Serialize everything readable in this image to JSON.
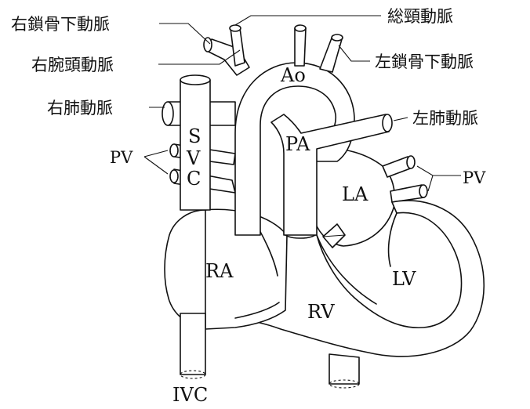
{
  "labels": {
    "right_subclavian_artery": "右鎖骨下動脈",
    "right_brachiocephalic_artery": "右腕頭動脈",
    "right_pulmonary_artery": "右肺動脈",
    "pv_left": "PV",
    "common_carotid_artery": "総頸動脈",
    "left_subclavian_artery": "左鎖骨下動脈",
    "left_pulmonary_artery": "左肺動脈",
    "pv_right": "PV",
    "aorta": "Ao",
    "pulmonary_artery": "PA",
    "svc_s": "S",
    "svc_v": "V",
    "svc_c": "C",
    "left_atrium": "LA",
    "right_atrium": "RA",
    "left_ventricle": "LV",
    "right_ventricle": "RV",
    "ivc": "IVC"
  }
}
